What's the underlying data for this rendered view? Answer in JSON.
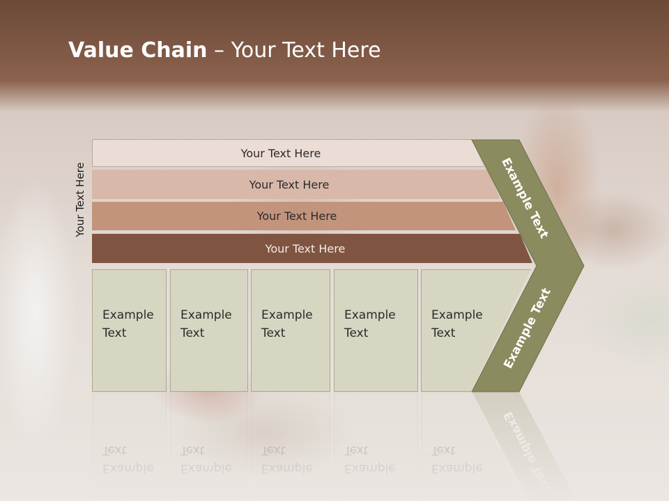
{
  "slide": {
    "title_bold": "Value Chain",
    "title_rest": " – Your Text Here",
    "side_label": "Your Text Here"
  },
  "bars": [
    {
      "label": "Your Text Here",
      "color": "#ecdcd6"
    },
    {
      "label": "Your Text Here",
      "color": "#d8b8a8"
    },
    {
      "label": "Your Text Here",
      "color": "#c3947c"
    },
    {
      "label": "Your Text Here",
      "color": "#7f5542"
    }
  ],
  "columns": [
    {
      "line1": "Example",
      "line2": "Text"
    },
    {
      "line1": "Example",
      "line2": "Text"
    },
    {
      "line1": "Example",
      "line2": "Text"
    },
    {
      "line1": "Example",
      "line2": "Text"
    },
    {
      "line1": "Example",
      "line2": "Text"
    }
  ],
  "chevron": {
    "upper_label": "Example Text",
    "lower_label": "Example Text",
    "color": "#8a8b5e"
  }
}
